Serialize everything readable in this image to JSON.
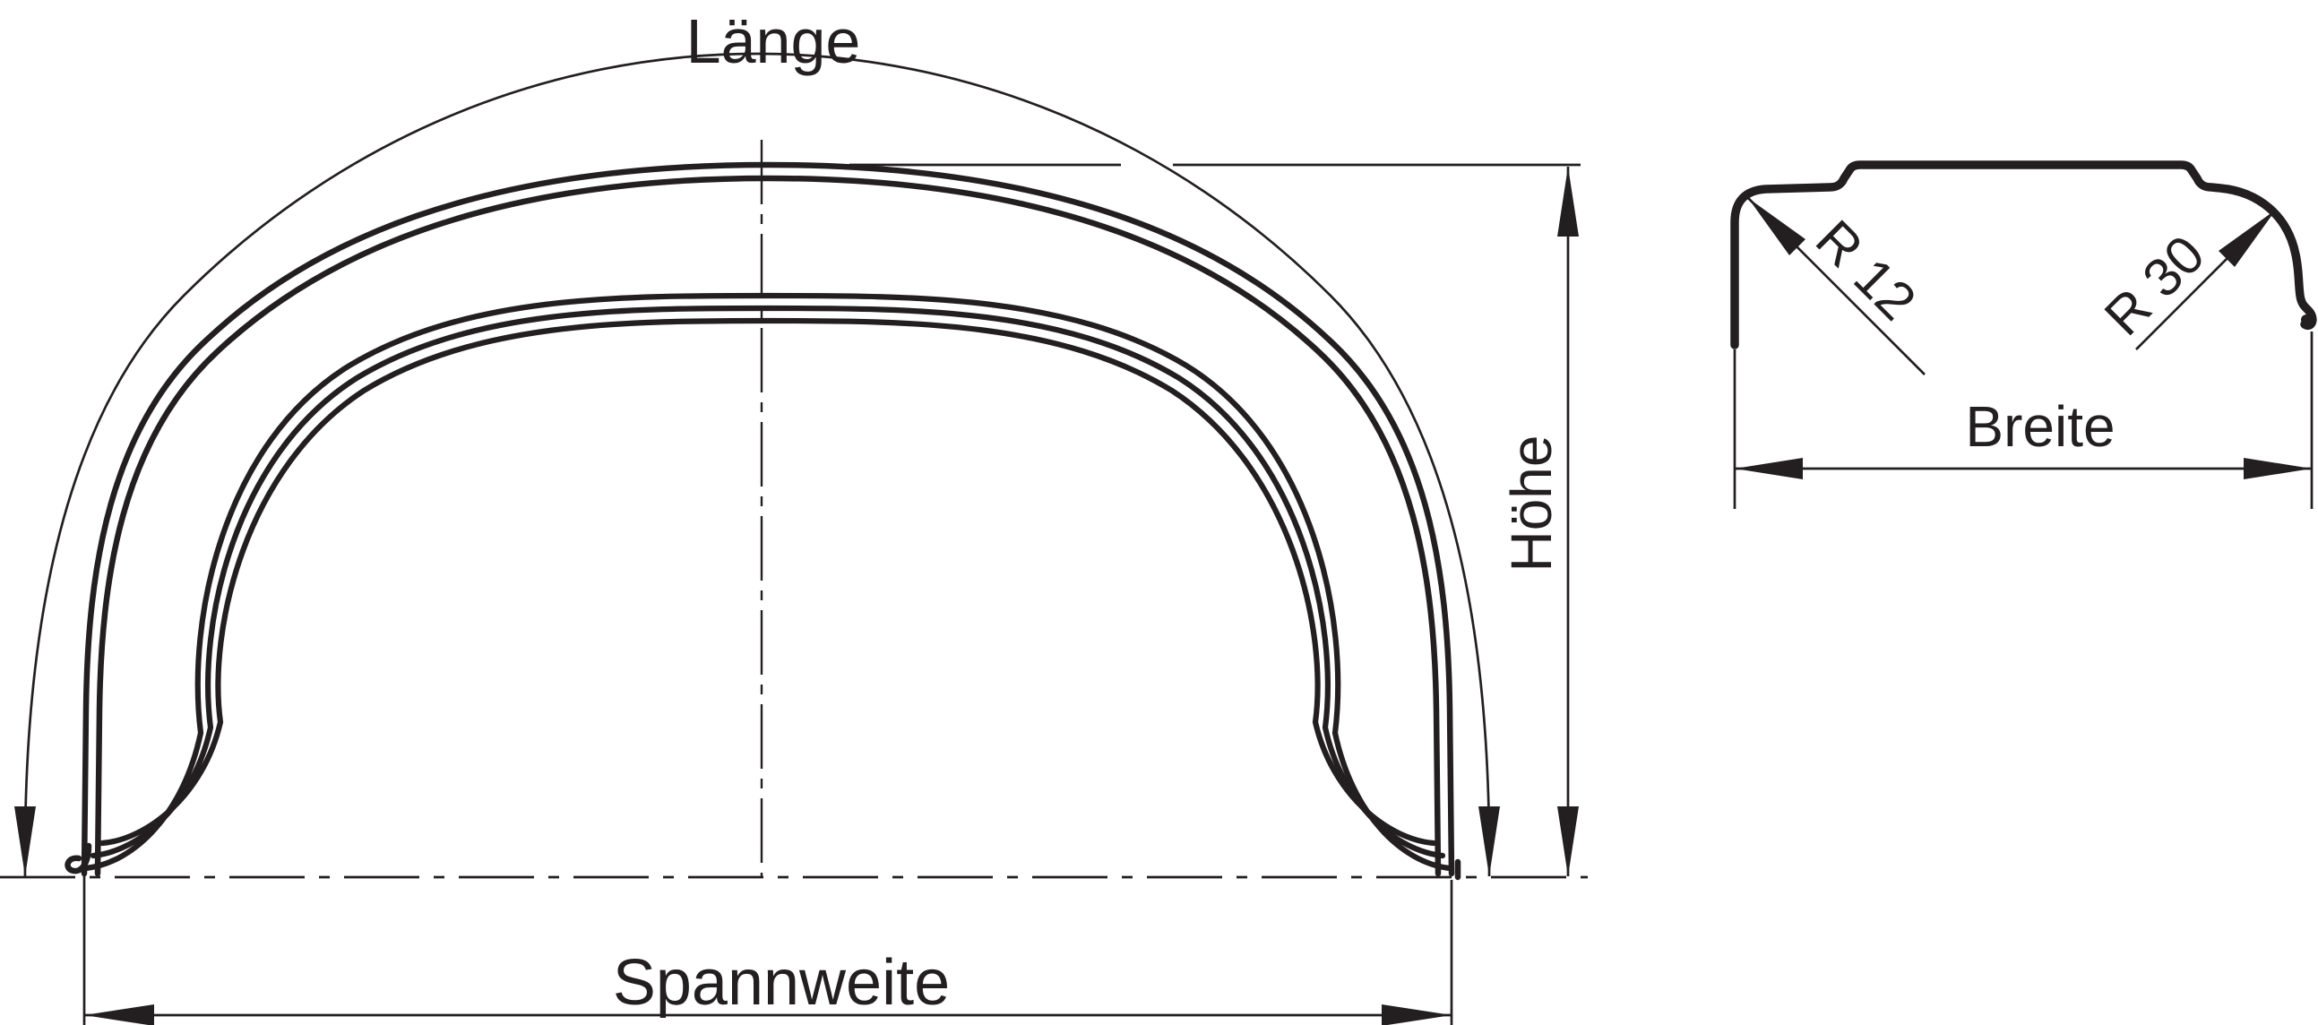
{
  "drawing": {
    "type": "technical-dimension-drawing",
    "subject": "mudguard (fender) side profile and cross-section",
    "side_view": {
      "labels": {
        "length": "Länge",
        "height": "Höhe",
        "span": "Spannweite"
      }
    },
    "cross_section": {
      "labels": {
        "width": "Breite",
        "radius_left": "R 12",
        "radius_right": "R 30"
      }
    },
    "colors": {
      "line": "#231f20",
      "background": "#ffffff"
    }
  }
}
